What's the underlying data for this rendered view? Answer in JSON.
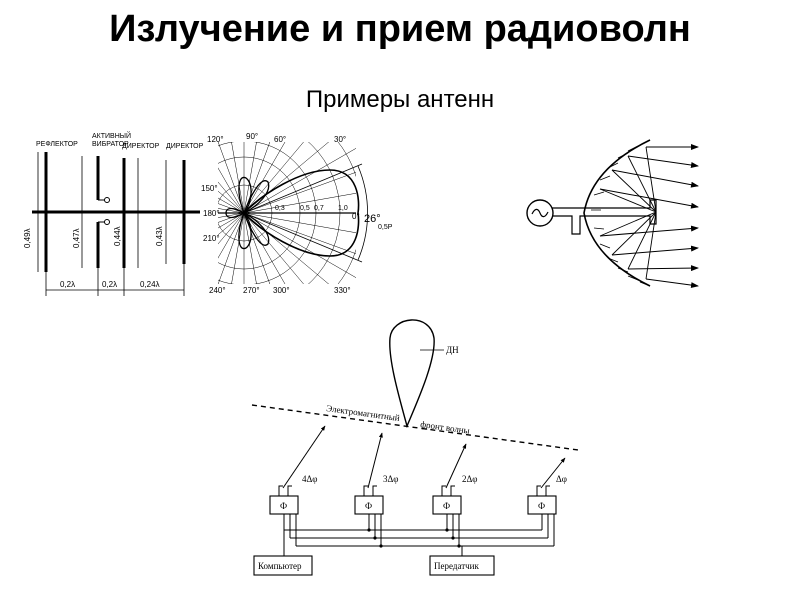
{
  "header": {
    "title": "Излучение и прием радиоволн",
    "subtitle": "Примеры антенн"
  },
  "yagi": {
    "labels": [
      "РЕФЛЕКТОР",
      "АКТИВНЫЙ",
      "ВИБРАТОР",
      "ДИРЕКТОР",
      "ДИРЕКТОР"
    ],
    "lengths": [
      "0,49λ",
      "0,47λ",
      "0,44λ",
      "0,43λ"
    ],
    "spacings": [
      "0,2λ",
      "0,2λ",
      "0,24λ"
    ]
  },
  "polar": {
    "angles": [
      "120°",
      "90°",
      "60°",
      "30°",
      "150°",
      "180°",
      "0°",
      "210°",
      "240°",
      "270°",
      "300°",
      "330°"
    ],
    "scale": [
      "0,3",
      "0,5",
      "0,7",
      "1,0"
    ],
    "beamwidth": "26°",
    "beamwidth_sub": "0,5P"
  },
  "phased_array": {
    "pattern_label": "ДН",
    "front_label_1": "Электромагнитный",
    "front_label_2": "фронт волны",
    "phases": [
      "4Δφ",
      "3Δφ",
      "2Δφ",
      "Δφ"
    ],
    "shifter_label": "Ф",
    "computer": "Компьютер",
    "transmitter": "Передатчик"
  }
}
